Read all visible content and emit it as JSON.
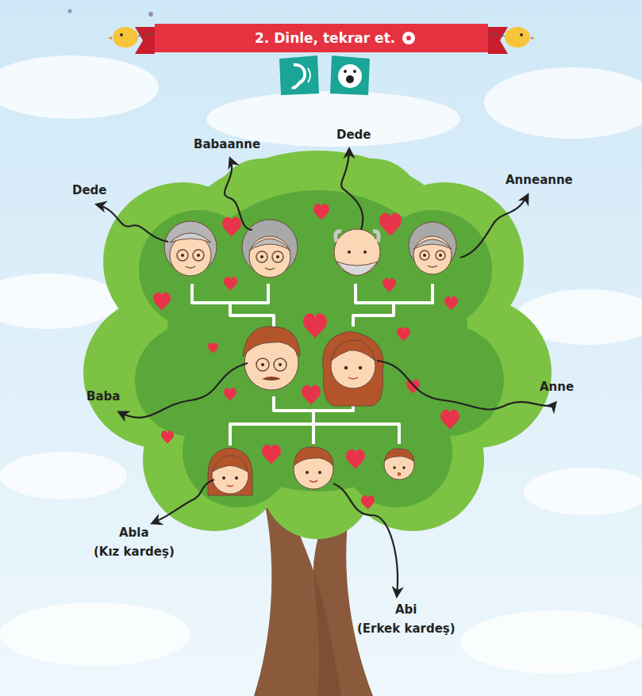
{
  "diagram": {
    "title": "2. Dinle, tekrar et.",
    "labels": [
      "Dede",
      "Babaanne",
      "Dede",
      "Anneanne",
      "Baba",
      "Anne",
      "Abla",
      "(Kız kardeş)",
      "Abi",
      "(Erkek kardeş)"
    ]
  }
}
